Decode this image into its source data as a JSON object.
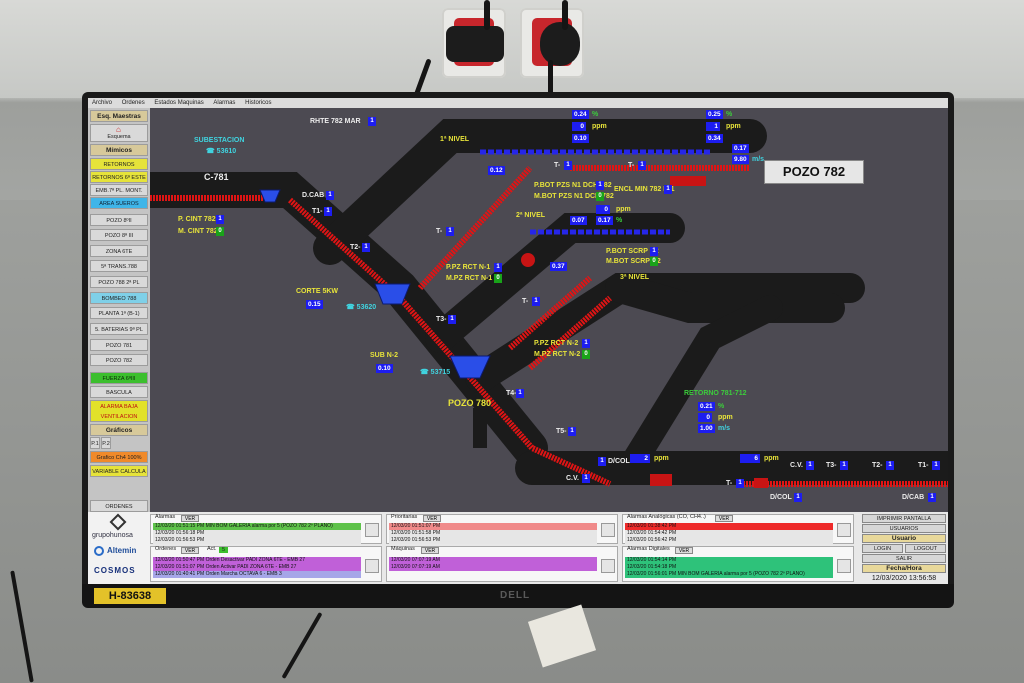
{
  "menu": [
    "Archivo",
    "Ordenes",
    "Estados Maquinas",
    "Alarmas",
    "Historicos"
  ],
  "sidebar": {
    "esq_maestras": "Esq. Maestras",
    "esquema": "Esquema",
    "mimicos": "Mímicos",
    "items": [
      "RETORNOS",
      "RETORNOS 6ª ESTE",
      "EMB.7ª PL. MONT.",
      "AREA SUEROS",
      "POZO 8ºII",
      "POZO 8ª III",
      "ZONA 6TE",
      "5ª TRANS.788",
      "POZO 788 2ª PL",
      "BOMBEO 788",
      "PLANTA 1ª (B-1)",
      "5. BATERIAS 9ª PL",
      "POZO 781",
      "POZO 782",
      "FUERZA 6ªIII",
      "BASCULA"
    ],
    "alarm": [
      "ALARMA BAJA",
      "VENTILACION"
    ],
    "graficos": "Gráficos",
    "p_buttons": [
      "P.1",
      "P.2"
    ],
    "grafico_ch4": "Grafico Ch4 100%",
    "variable": "VARIABLE CALCULA",
    "ordenes": "ORDENES"
  },
  "logos": [
    "grupohunosa",
    "Altemin",
    "COSMOS"
  ],
  "mimic": {
    "title": "POZO 782",
    "rhte": "RHTE 782 MAR",
    "subestacion": "SUBESTACION",
    "subestacion_id": "53610",
    "c781": "C-781",
    "dcab": "D.CAB",
    "t1": "T1-",
    "pcint": "P. CINT 782",
    "mcint": "M. CINT 782",
    "t2": "T2-",
    "corte": "CORTE 5KW",
    "corte_val": "0.15",
    "corte_id": "53620",
    "t3": "T3-",
    "subn2": "SUB N-2",
    "subn2_val": "0.10",
    "subn2_id": "53715",
    "pozo780": "POZO 780",
    "t4": "T4-",
    "t5": "T5-",
    "cv": "C.V.",
    "dcol": "D/COL",
    "nivel1": "1ª NIVEL",
    "nivel2": "2ª NIVEL",
    "nivel3": "3ª NIVEL",
    "v024": "0.24",
    "v0a": "0",
    "v010": "0.10",
    "ppm": "ppm",
    "pct": "%",
    "v025": "0.25",
    "v1": "1",
    "v034": "0.34",
    "v017": "0.17",
    "v980": "9.80",
    "ms": "m/s",
    "v012": "0.12",
    "pbot": "P.BOT PZS N1 DCH 782",
    "mbot": "M.BOT PZS N1 DCH 782",
    "encl": "ENCL MIN 782 N-1",
    "t_dash": "T-",
    "n2_v007": "0.07",
    "n2_v0": "0",
    "n2_v017": "0.17",
    "pbot2": "P.BOT SCRP N2",
    "mbot2": "M.BOT SCRP N2",
    "v037": "0.37",
    "ppz1": "P.PZ RCT N-1",
    "mpz1": "M.PZ RCT N-1",
    "ppz2": "P.PZ RCT N-2",
    "mpz2": "M.PZ RCT N-2",
    "retorno": "RETORNO 781-712",
    "ret_v021": "0.21",
    "ret_v0": "0",
    "ret_v100": "1.00",
    "bot_ppm1": "2",
    "bot_ppm2": "6",
    "t3b": "T3-",
    "t2b": "T2-",
    "t1b": "T1-",
    "dcab2": "D/CAB",
    "dcol2": "D/COL"
  },
  "bottom": {
    "alarmas": "Alarmas",
    "ver": "VER",
    "alarm_rows": [
      {
        "d": "12/03/20",
        "t": "01:51:15 PM",
        "m": "MIN BOM GALERIA alarma por 5 (POZO 782 2º PLANO)",
        "c": "#5ec24a"
      },
      {
        "d": "12/03/20",
        "t": "01:56:18 PM",
        "m": "",
        "c": "#e6e6e6"
      },
      {
        "d": "12/03/20",
        "t": "01:56:53 PM",
        "m": "",
        "c": "#e6e6e6"
      }
    ],
    "ordenes": "Ordenes",
    "act": "Act.",
    "act_val": "5",
    "orden_rows": [
      {
        "d": "12/03/20",
        "t": "01:50:47 PM",
        "m": "Orden Desactivar PADI ZONA 6TE - EMB 27",
        "c": "#c060d8"
      },
      {
        "d": "12/03/20",
        "t": "01:51:07 PM",
        "m": "Orden Activar PADI ZONA 6TE - EMB 27",
        "c": "#c060d8"
      },
      {
        "d": "12/03/20",
        "t": "01:40:41 PM",
        "m": "Orden Marcha OCTAVA 6 - EMB 3",
        "c": "#a6a6e8"
      }
    ],
    "prioritarias": "Prioritarias",
    "prio_rows": [
      {
        "d": "12/03/20",
        "t": "01:51:07 PM",
        "c": "#f08a8a"
      },
      {
        "d": "12/03/20",
        "t": "01:51:58 PM",
        "c": "#e6e6e6"
      },
      {
        "d": "12/03/20",
        "t": "01:56:53 PM",
        "c": "#e6e6e6"
      }
    ],
    "maquinas": "Máquinas",
    "maq_rows": [
      {
        "d": "12/03/20",
        "t": "07:07:19 AM",
        "c": "#c060d8"
      },
      {
        "d": "12/03/20",
        "t": "07:07:19 AM",
        "c": "#c060d8"
      }
    ],
    "analogicas": "Alarmas Analógicas (CO, CH4..)",
    "ana_rows": [
      {
        "d": "12/03/20",
        "t": "01:38:42 PM",
        "c": "#ee2a2a"
      },
      {
        "d": "12/03/20",
        "t": "01:54:42 PM",
        "c": "#e6e6e6"
      },
      {
        "d": "12/03/20",
        "t": "01:56:42 PM",
        "c": "#e6e6e6"
      }
    ],
    "digitales": "Alarmas Digitales",
    "dig_rows": [
      {
        "d": "12/03/20",
        "t": "01:54:14 PM",
        "m": "",
        "c": "#2ec27a"
      },
      {
        "d": "12/03/20",
        "t": "01:54:18 PM",
        "m": "",
        "c": "#2ec27a"
      },
      {
        "d": "12/03/20",
        "t": "01:56:01 PM",
        "m": "MIN BOM GALERIA alarma por 5 (POZO 782 2º PLANO)",
        "c": "#2ec27a"
      }
    ],
    "imprimir": "IMPRIMIR PANTALLA",
    "usuarios": "USUARIOS",
    "usuario": "Usuario",
    "login": "LOGIN",
    "logout": "LOGOUT",
    "salir": "SALIR",
    "fecha_hora": "Fecha/Hora",
    "fecha": "12/03/2020 13:56:58"
  },
  "asset_tag": "H-83638",
  "brand": "DELL"
}
